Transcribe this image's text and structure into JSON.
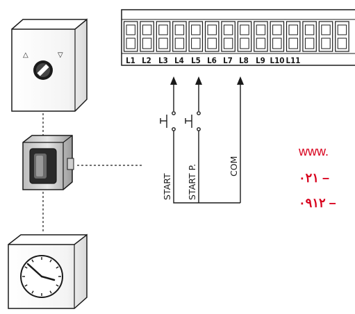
{
  "terminal_block": {
    "labels": [
      "L1",
      "L2",
      "L3",
      "L4",
      "L5",
      "L6",
      "L7",
      "L8",
      "L9",
      "L10",
      "L11"
    ]
  },
  "wires": {
    "start_label": "START",
    "start_p_label": "START P.",
    "com_label": "COM"
  },
  "devices": {
    "key_selector": {
      "arrow_left": "△",
      "arrow_right": "▽"
    }
  },
  "contact": {
    "line1": "www.",
    "line2": "۰۲۱ – ",
    "line3": "۰۹۱۲ –"
  }
}
